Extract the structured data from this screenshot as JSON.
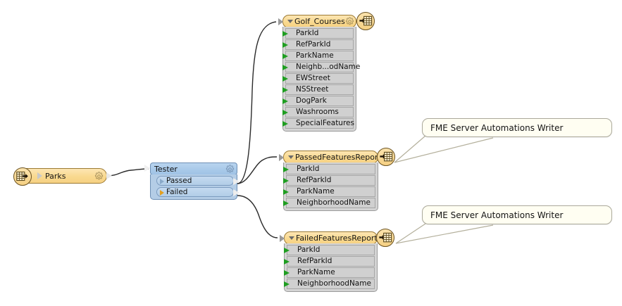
{
  "app": {
    "kind": "fme-workbench-canvas",
    "background": "#ffffff"
  },
  "colors": {
    "feature_type_fill": "#f9d98f",
    "feature_type_border": "#9c7a33",
    "attribute_fill": "#d0d0d0",
    "attribute_border": "#a6a6a6",
    "transformer_fill": "#a8c9e9",
    "transformer_border": "#6d8fb5",
    "attribute_port_arrow": "#1f9e21",
    "failed_port_arrow": "#e3a020",
    "passed_port_arrow": "#8aa9c9",
    "annotation_fill": "#fffef2",
    "annotation_border": "#aaa89a",
    "connection_line": "#2b2b2b",
    "leader_line": "#b4b09c"
  },
  "reader": {
    "name": "Parks",
    "icon": "reader-table-icon",
    "gear_icon": "gear-icon",
    "input_triangle_icon": "play-triangle-icon",
    "output_arrow_icon": "output-arrow-icon"
  },
  "transformer": {
    "name": "Tester",
    "gear_icon": "gear-icon",
    "ports": [
      {
        "label": "Passed",
        "state": "passed"
      },
      {
        "label": "Failed",
        "state": "failed"
      }
    ]
  },
  "feature_types": [
    {
      "id": "golf-courses",
      "name": "Golf_Courses",
      "caret_icon": "caret-down-icon",
      "gear_icon": "gear-icon",
      "writer_icon": "writer-table-icon",
      "attributes": [
        "ParkId",
        "RefParkId",
        "ParkName",
        "Neighb...odName",
        "EWStreet",
        "NSStreet",
        "DogPark",
        "Washrooms",
        "SpecialFeatures"
      ]
    },
    {
      "id": "passed-features-report",
      "name": "PassedFeaturesReport",
      "caret_icon": "caret-down-icon",
      "gear_icon": "gear-icon",
      "writer_icon": "writer-table-icon",
      "attributes": [
        "ParkId",
        "RefParkId",
        "ParkName",
        "NeighborhoodName"
      ]
    },
    {
      "id": "failed-features-report",
      "name": "FailedFeaturesReport",
      "caret_icon": "caret-down-icon",
      "gear_icon": "gear-icon",
      "writer_icon": "writer-table-icon",
      "attributes": [
        "ParkId",
        "RefParkId",
        "ParkName",
        "NeighborhoodName"
      ]
    }
  ],
  "annotations": [
    {
      "id": "annotation-passed",
      "text": "FME Server Automations Writer"
    },
    {
      "id": "annotation-failed",
      "text": "FME Server Automations Writer"
    }
  ]
}
